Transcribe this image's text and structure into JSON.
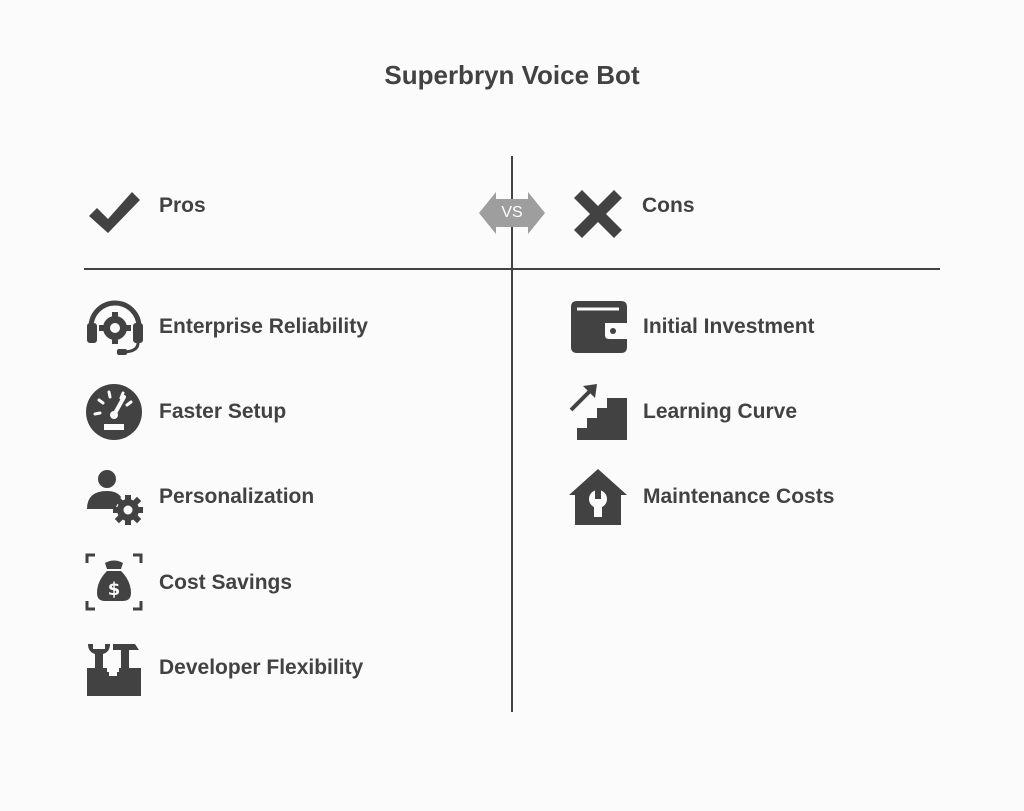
{
  "title": "Superbryn Voice Bot",
  "vs_label": "VS",
  "pros": {
    "heading": "Pros",
    "icon": "checkmark-icon",
    "items": [
      {
        "label": "Enterprise Reliability",
        "icon": "headset-gear-icon"
      },
      {
        "label": "Faster Setup",
        "icon": "speedometer-icon"
      },
      {
        "label": "Personalization",
        "icon": "user-gear-icon"
      },
      {
        "label": "Cost Savings",
        "icon": "money-bag-icon"
      },
      {
        "label": "Developer Flexibility",
        "icon": "tools-icon"
      }
    ]
  },
  "cons": {
    "heading": "Cons",
    "icon": "x-mark-icon",
    "items": [
      {
        "label": "Initial Investment",
        "icon": "wallet-icon"
      },
      {
        "label": "Learning Curve",
        "icon": "stairs-arrow-icon"
      },
      {
        "label": "Maintenance Costs",
        "icon": "house-wrench-icon"
      }
    ]
  },
  "colors": {
    "text": "#424242",
    "vs_badge": "#9e9e9e",
    "background": "#fbfbfb"
  }
}
